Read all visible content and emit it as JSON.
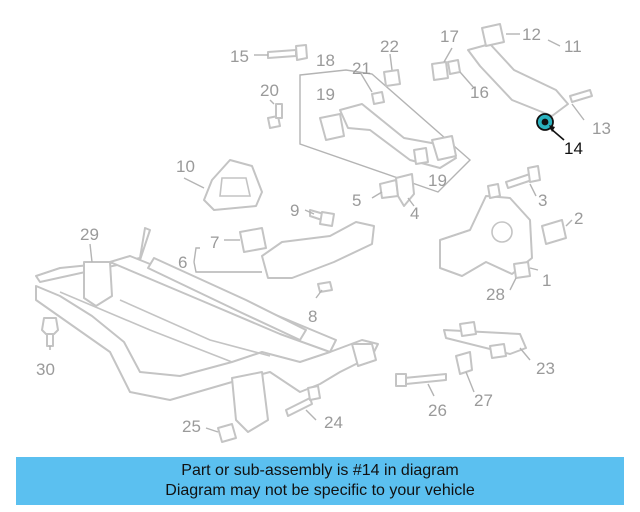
{
  "callouts": {
    "c1": "1",
    "c2": "2",
    "c3": "3",
    "c4": "4",
    "c5": "5",
    "c6": "6",
    "c7": "7",
    "c8": "8",
    "c9": "9",
    "c10": "10",
    "c11": "11",
    "c12": "12",
    "c13": "13",
    "c14": "14",
    "c15": "15",
    "c16": "16",
    "c17": "17",
    "c18": "18",
    "c19a": "19",
    "c19b": "19",
    "c20": "20",
    "c21": "21",
    "c22": "22",
    "c23": "23",
    "c24": "24",
    "c25": "25",
    "c26": "26",
    "c27": "27",
    "c28": "28",
    "c29": "29",
    "c30": "30"
  },
  "highlight": {
    "part": "14",
    "color": "#2bb3c0"
  },
  "colors": {
    "banner": "#5bc0f0",
    "outline": "#c4c4c4",
    "label": "#9a9a9a"
  },
  "banner": {
    "line1": "Part or sub-assembly is #14 in diagram",
    "line2": "Diagram may not be specific to your vehicle"
  }
}
